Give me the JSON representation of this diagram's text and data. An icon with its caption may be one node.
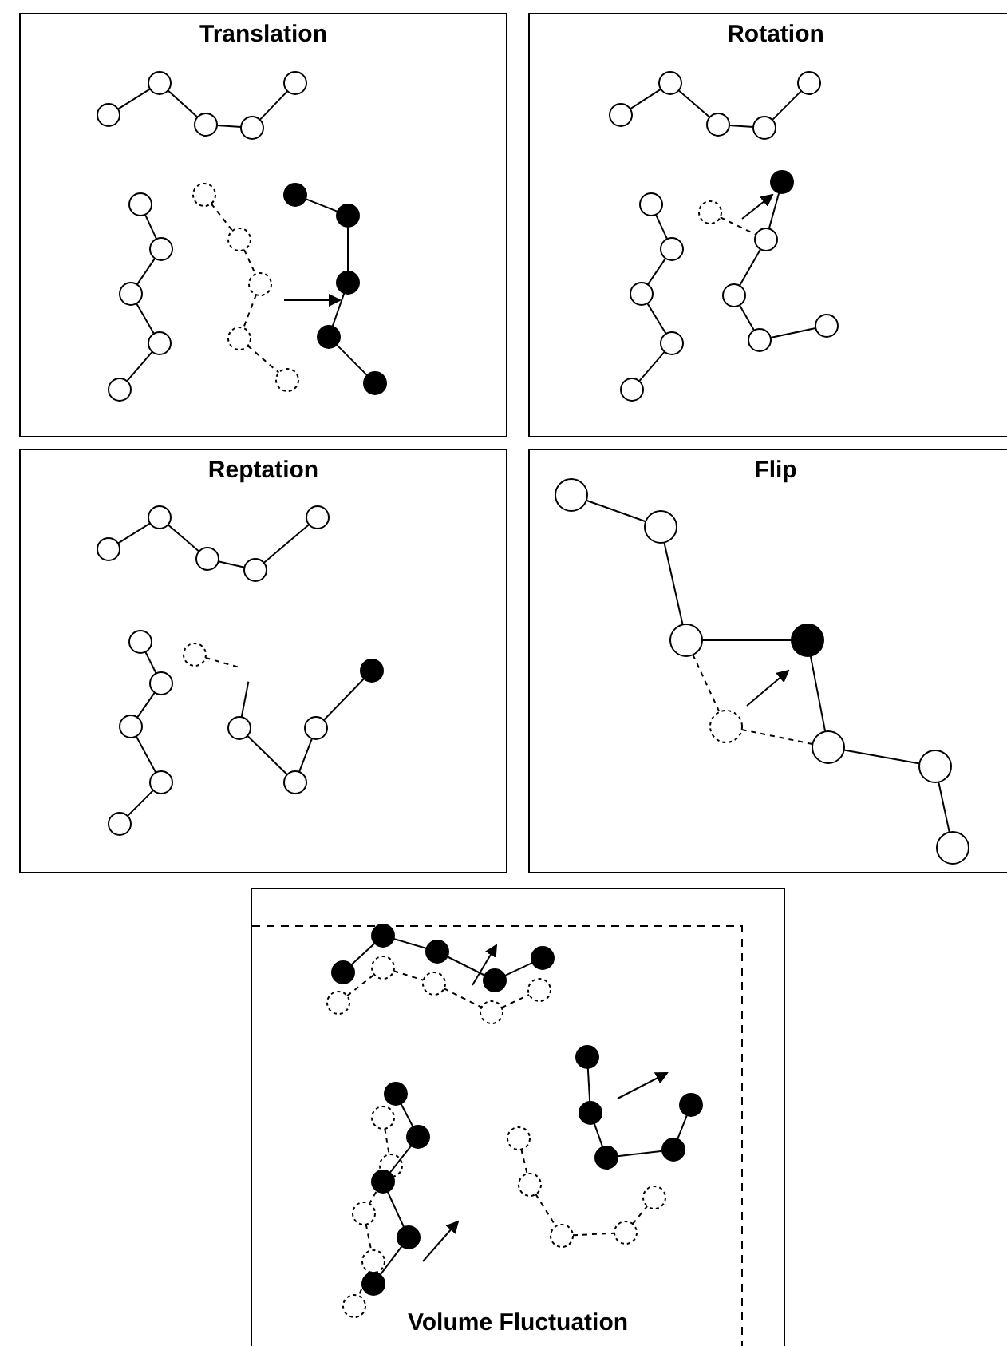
{
  "diagram": {
    "nodes": [
      {
        "text": [
          "Translation"
        ]
      },
      {
        "text": [
          "Rotation"
        ]
      },
      {
        "text": [
          "Reptation"
        ]
      },
      {
        "text": [
          "Flip"
        ]
      },
      {
        "text": [
          "Volume Fluctuation"
        ]
      }
    ]
  }
}
